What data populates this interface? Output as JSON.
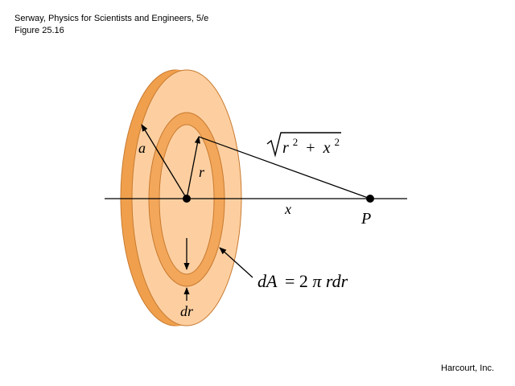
{
  "header": {
    "line1": "Serway, Physics for Scientists and Engineers, 5/e",
    "line2": "Figure 25.16"
  },
  "credit": "Harcourt, Inc.",
  "labels": {
    "a": "a",
    "r": "r",
    "x": "x",
    "P": "P",
    "dr": "dr",
    "dA_lhs": "dA",
    "dA_eq": "= 2",
    "dA_pi": "π",
    "dA_rhs": "rdr",
    "sqrt_r": "r",
    "sqrt_exp1": "2",
    "sqrt_plus": "+",
    "sqrt_x": "x",
    "sqrt_exp2": "2"
  },
  "colors": {
    "disk_face": "#fdcfa0",
    "disk_rim": "#f0a04c",
    "ring": "#f3a75a",
    "outline": "#c87a30",
    "ink": "#000000"
  }
}
